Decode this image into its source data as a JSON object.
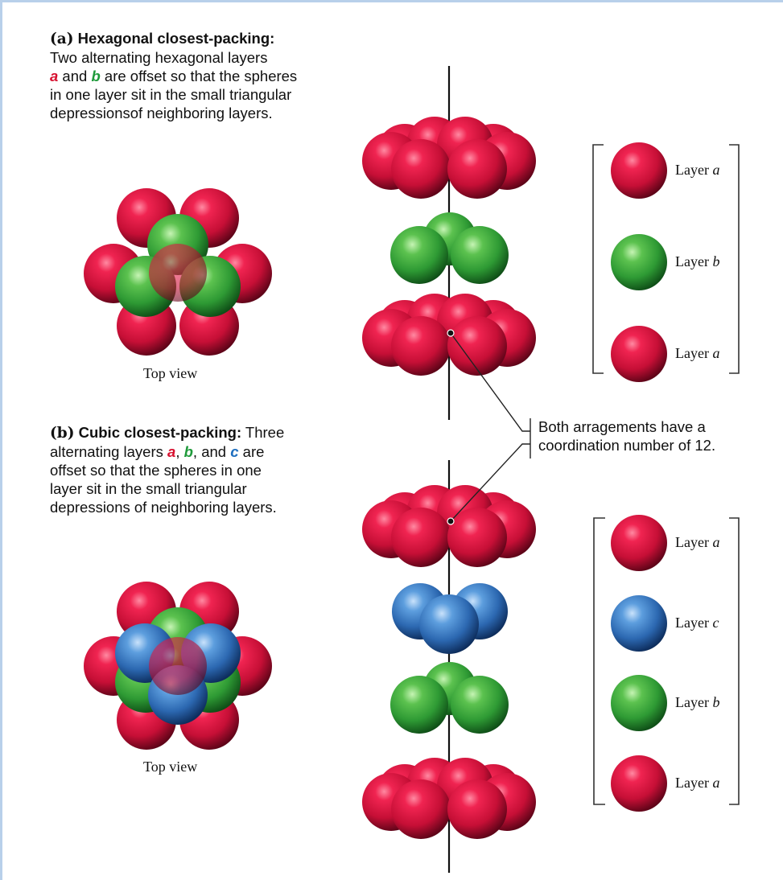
{
  "part_a": {
    "letter": "(a)",
    "title": "Hexagonal closest-packing:",
    "line2": "Two alternating hexagonal layers",
    "layer_a": "a",
    "and1": " and ",
    "layer_b": "b",
    "line3_rest": " are offset so that the spheres",
    "line4": "in one layer sit in the small triangular",
    "line5": "depressionsof neighboring layers.",
    "top_view": "Top view",
    "legend": [
      {
        "word": "Layer",
        "letter": "a",
        "color": "red"
      },
      {
        "word": "Layer",
        "letter": "b",
        "color": "green"
      },
      {
        "word": "Layer",
        "letter": "a",
        "color": "red"
      }
    ]
  },
  "part_b": {
    "letter": "(b)",
    "title": "Cubic closest-packing:",
    "title_rest": " Three",
    "line2_start": "alternating layers ",
    "layer_a": "a",
    "comma": ", ",
    "layer_b": "b",
    "and": ", and ",
    "layer_c": "c",
    "line2_end": " are",
    "line3": "offset so that the spheres in one",
    "line4": "layer sit in the small triangular",
    "line5": "depressions of neighboring layers.",
    "top_view": "Top view",
    "legend": [
      {
        "word": "Layer",
        "letter": "a",
        "color": "red"
      },
      {
        "word": "Layer",
        "letter": "c",
        "color": "blue"
      },
      {
        "word": "Layer",
        "letter": "b",
        "color": "green"
      },
      {
        "word": "Layer",
        "letter": "a",
        "color": "red"
      }
    ]
  },
  "note": {
    "line1": "Both arragements have a",
    "line2": "coordination number of 12."
  },
  "colors": {
    "red": "#d8103a",
    "green": "#3ea83c",
    "blue": "#2e74c4",
    "frame": "#b8d0ea",
    "axis": "#111111"
  }
}
